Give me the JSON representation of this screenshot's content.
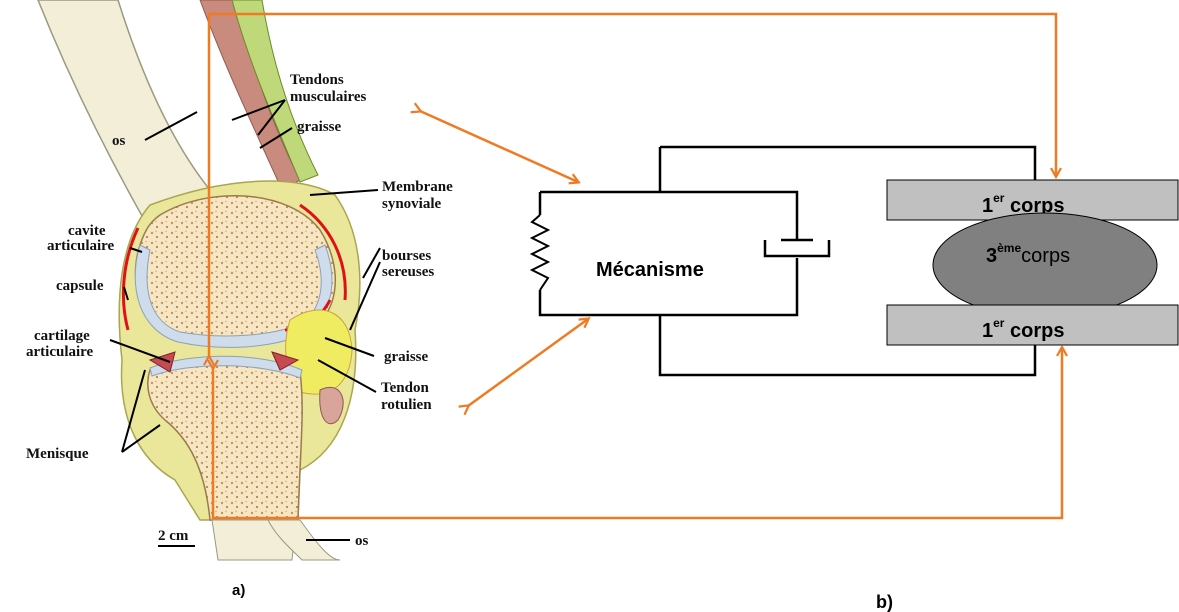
{
  "panel_a": {
    "caption": "a)",
    "labels": {
      "tendons_line1": "Tendons",
      "tendons_line2": "musculaires",
      "graisse_top": "graisse",
      "os_top": "os",
      "membrane_line1": "Membrane",
      "membrane_line2": "synoviale",
      "cavite_line1": "cavite",
      "cavite_line2": "articulaire",
      "bourses_line1": "bourses",
      "bourses_line2": "sereuses",
      "capsule": "capsule",
      "cartilage_line1": "cartilage",
      "cartilage_line2": "articulaire",
      "graisse_bottom": "graisse",
      "tendon_line1": "Tendon",
      "tendon_line2": "rotulien",
      "menisque": "Menisque",
      "scale": "2 cm",
      "os_bottom": "os"
    }
  },
  "panel_b": {
    "caption": "b)",
    "mechanism_label": "Mécanisme",
    "first_body_top": {
      "num": "1",
      "sup": "er",
      "word": " corps"
    },
    "third_body": {
      "num": "3",
      "sup": "ème",
      "word": "corps"
    },
    "first_body_bottom": {
      "num": "1",
      "sup": "er",
      "word": " corps"
    }
  },
  "colors": {
    "arrow": "#F07A22",
    "body_fill": "#C0C0C0",
    "third_body_fill": "#808080",
    "bone_yellow": "#F2E9A0",
    "bone_spongy": "#F6E3BF",
    "cartilage": "#C8D8E8",
    "synovial_red": "#E0101A"
  }
}
